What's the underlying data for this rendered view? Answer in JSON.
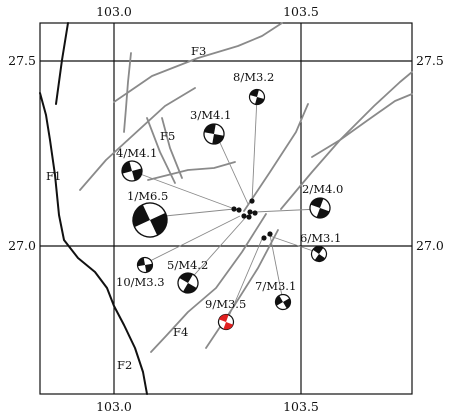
{
  "axes": {
    "x_top": [
      "103.0",
      "103.5"
    ],
    "x_bottom": [
      "103.0",
      "103.5"
    ],
    "y_left": [
      "27.5",
      "27.0"
    ],
    "y_right": [
      "27.5",
      "27.0"
    ]
  },
  "faults": [
    "F1",
    "F2",
    "F3",
    "F4",
    "F5"
  ],
  "events": [
    {
      "label": "1/M6.5",
      "magnitude": 6.5
    },
    {
      "label": "2/M4.0",
      "magnitude": 4.0
    },
    {
      "label": "3/M4.1",
      "magnitude": 4.1
    },
    {
      "label": "4/M4.1",
      "magnitude": 4.1
    },
    {
      "label": "5/M4.2",
      "magnitude": 4.2
    },
    {
      "label": "6/M3.1",
      "magnitude": 3.1
    },
    {
      "label": "7/M3.1",
      "magnitude": 3.1
    },
    {
      "label": "8/M3.2",
      "magnitude": 3.2
    },
    {
      "label": "9/M3.5",
      "magnitude": 3.5,
      "color": "#e02020"
    },
    {
      "label": "10/M3.3",
      "magnitude": 3.3
    }
  ],
  "colors": {
    "fault_major": "#111111",
    "fault_minor": "#8a8a8a",
    "highlight": "#e02020"
  }
}
